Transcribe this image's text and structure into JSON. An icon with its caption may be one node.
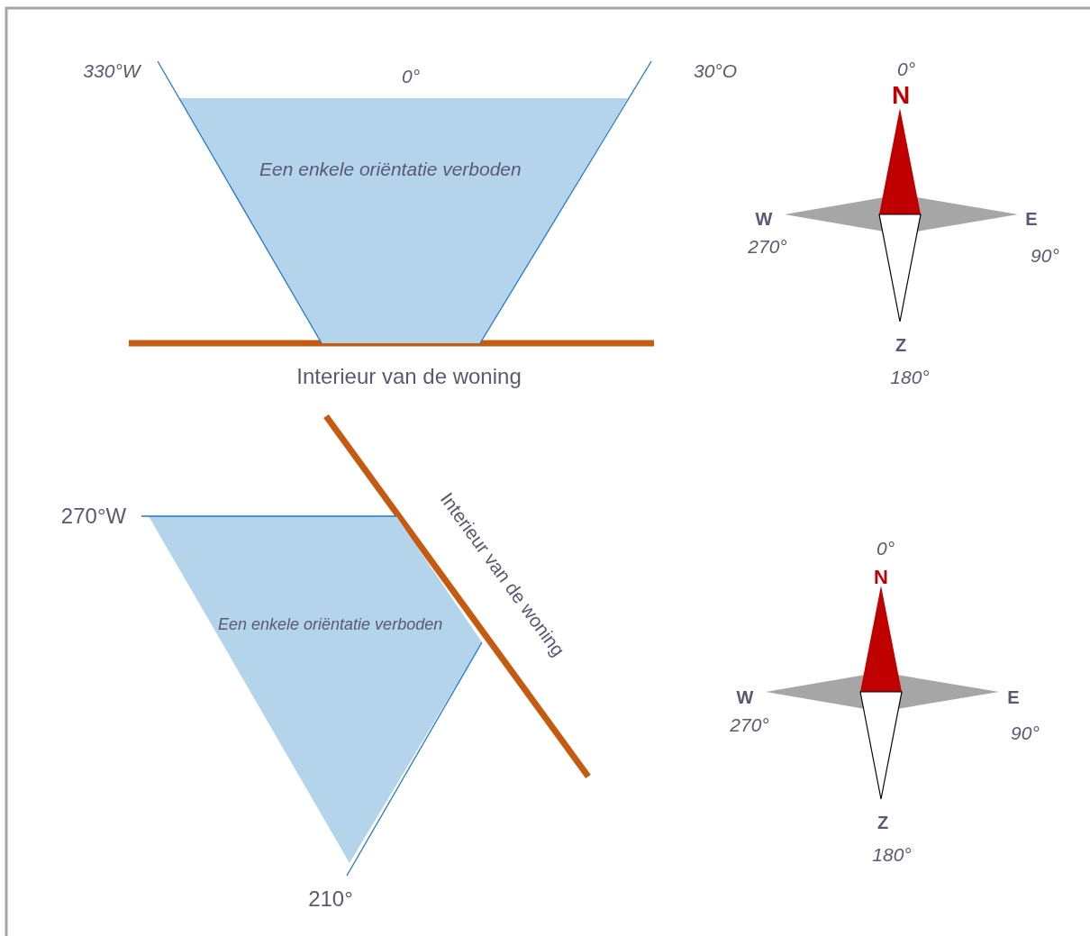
{
  "diagram": {
    "nodes": [
      {
        "text": [
          "Een enkele oriëntatie verboden"
        ]
      },
      {
        "text": [
          "Een enkele oriëntatie verboden"
        ]
      }
    ],
    "labels": [
      "330°W",
      "0°",
      "30°O",
      "0°",
      "N",
      "W",
      "E",
      "270°",
      "90°",
      "Z",
      "180°",
      "Interieur van de woning",
      "Interieur van de woning",
      "270°W",
      "0°",
      "N",
      "W",
      "E",
      "270°",
      "90°",
      "Z",
      "180°",
      "210°"
    ]
  }
}
